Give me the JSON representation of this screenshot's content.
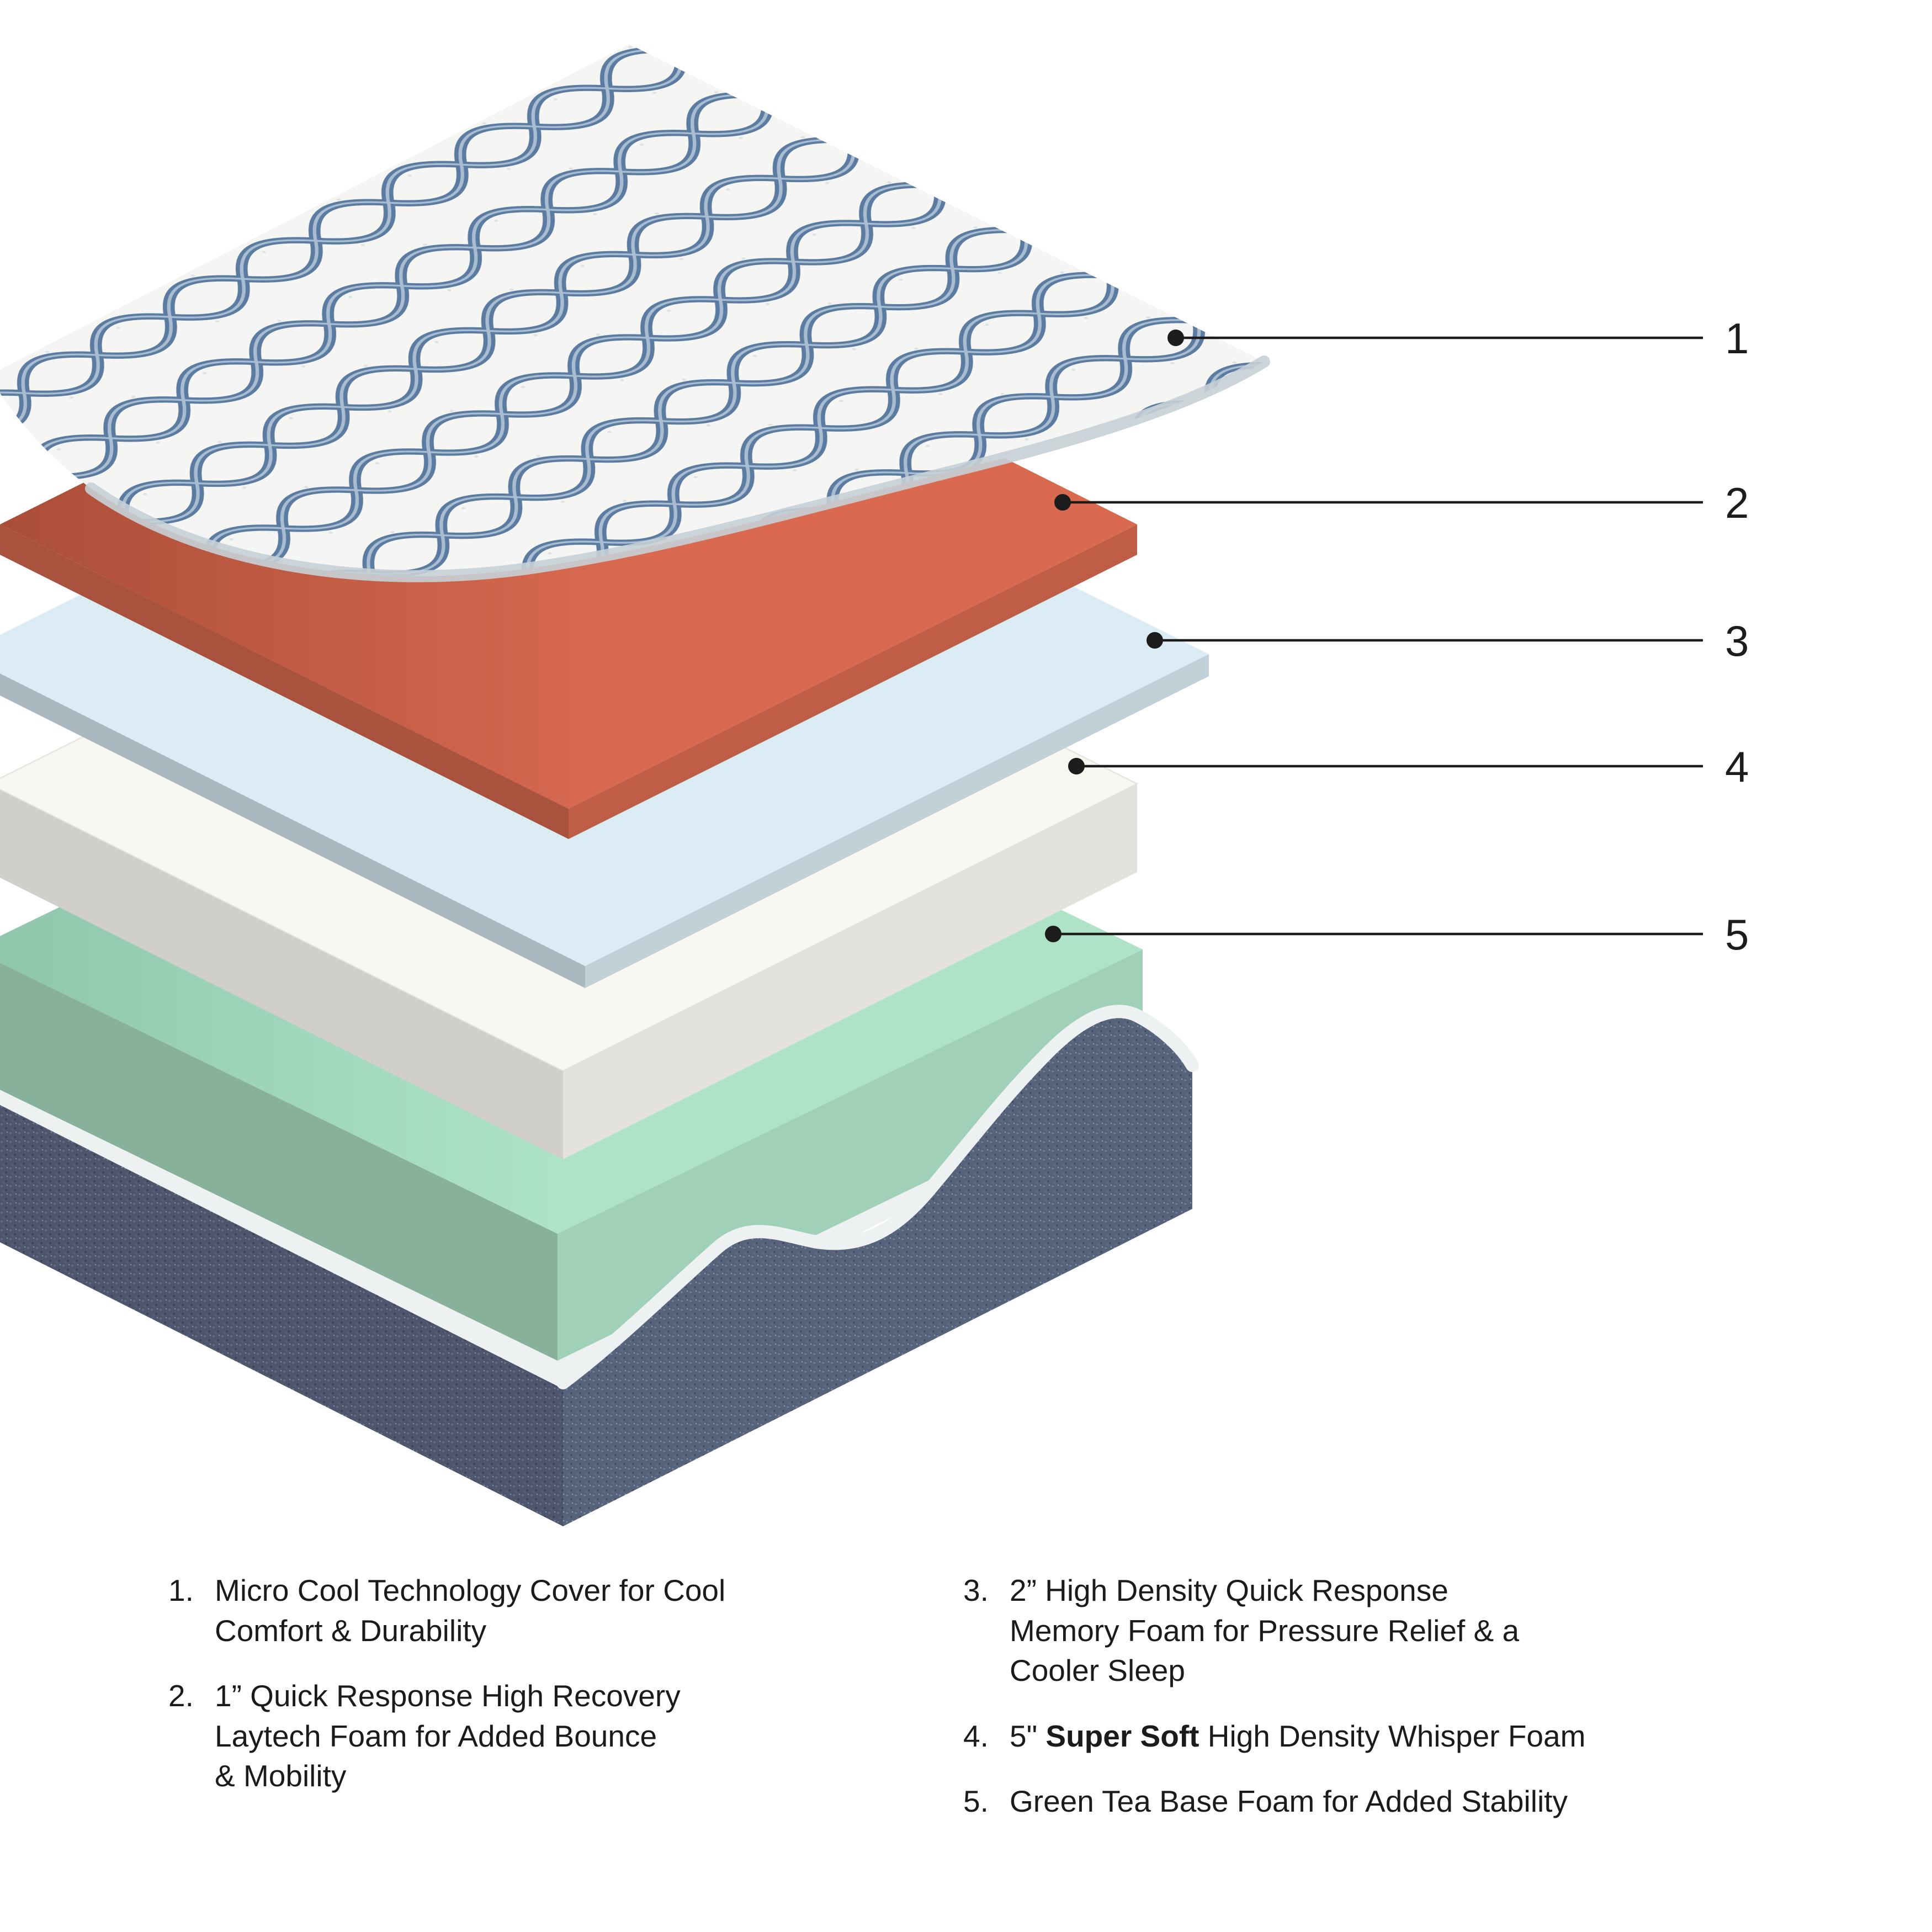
{
  "page": {
    "background": "#ffffff"
  },
  "colors": {
    "cover_fabric": "#f5f5f3",
    "cover_pattern_blue": "#5c7ba0",
    "cover_pattern_light": "#a9bdd2",
    "cover_edge": "#c7d0d6",
    "laytech_orange": "#d96a50",
    "memory_foam_blue": "#dcecf5",
    "whisper_foam_white": "#f8f6f0",
    "green_tea_foam": "#aee3c8",
    "base_denim": "#57627b",
    "base_trim": "#edf1f2",
    "callout_black": "#1c1c1c"
  },
  "callouts": [
    {
      "label": "1"
    },
    {
      "label": "2"
    },
    {
      "label": "3"
    },
    {
      "label": "4"
    },
    {
      "label": "5"
    }
  ],
  "legend": {
    "col1": [
      {
        "num": "1.",
        "pre": "Micro Cool Technology Cover for Cool\nComfort & Durability",
        "bold": "",
        "post": ""
      },
      {
        "num": "2.",
        "pre": "1” Quick Response High Recovery\nLaytech Foam for Added Bounce\n& Mobility",
        "bold": "",
        "post": ""
      }
    ],
    "col2": [
      {
        "num": "3.",
        "pre": "2” High Density Quick Response\nMemory Foam for Pressure Relief & a\nCooler Sleep",
        "bold": "",
        "post": ""
      },
      {
        "num": "4.",
        "pre": "5\" ",
        "bold": "Super Soft",
        "post": " High Density Whisper Foam"
      },
      {
        "num": "5.",
        "pre": "Green Tea Base Foam for Added Stability",
        "bold": "",
        "post": ""
      }
    ]
  }
}
